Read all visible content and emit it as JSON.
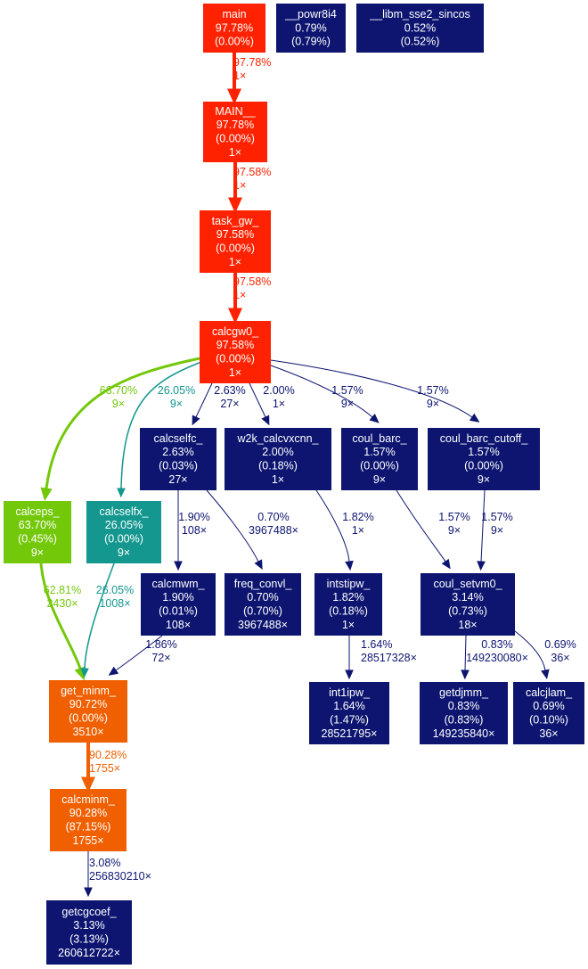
{
  "colors": {
    "red": "#ff2200",
    "orange": "#f06000",
    "green": "#73c80a",
    "teal": "#13978f",
    "navy": "#0d1570"
  },
  "nodes": [
    {
      "id": "main",
      "color": "red",
      "lines": [
        "main",
        "97.78%",
        "(0.00%)"
      ]
    },
    {
      "id": "powr8i4",
      "color": "navy",
      "lines": [
        "__powr8i4",
        "0.79%",
        "(0.79%)"
      ]
    },
    {
      "id": "libm_sse2_sincos",
      "color": "navy",
      "lines": [
        "__libm_sse2_sincos",
        "0.52%",
        "(0.52%)"
      ]
    },
    {
      "id": "MAIN",
      "color": "red",
      "lines": [
        "MAIN__",
        "97.78%",
        "(0.00%)",
        "1×"
      ]
    },
    {
      "id": "task_gw",
      "color": "red",
      "lines": [
        "task_gw_",
        "97.58%",
        "(0.00%)",
        "1×"
      ]
    },
    {
      "id": "calcgw0",
      "color": "red",
      "lines": [
        "calcgw0_",
        "97.58%",
        "(0.00%)",
        "1×"
      ]
    },
    {
      "id": "calcselfc",
      "color": "navy",
      "lines": [
        "calcselfc_",
        "2.63%",
        "(0.03%)",
        "27×"
      ]
    },
    {
      "id": "w2k_calcvxcnn",
      "color": "navy",
      "lines": [
        "w2k_calcvxcnn_",
        "2.00%",
        "(0.18%)",
        "1×"
      ]
    },
    {
      "id": "coul_barc",
      "color": "navy",
      "lines": [
        "coul_barc_",
        "1.57%",
        "(0.00%)",
        "9×"
      ]
    },
    {
      "id": "coul_barc_cutoff",
      "color": "navy",
      "lines": [
        "coul_barc_cutoff_",
        "1.57%",
        "(0.00%)",
        "9×"
      ]
    },
    {
      "id": "calceps",
      "color": "green",
      "lines": [
        "calceps_",
        "63.70%",
        "(0.45%)",
        "9×"
      ]
    },
    {
      "id": "calcselfx",
      "color": "teal",
      "lines": [
        "calcselfx_",
        "26.05%",
        "(0.00%)",
        "9×"
      ]
    },
    {
      "id": "calcmwm",
      "color": "navy",
      "lines": [
        "calcmwm_",
        "1.90%",
        "(0.01%)",
        "108×"
      ]
    },
    {
      "id": "freq_convl",
      "color": "navy",
      "lines": [
        "freq_convl_",
        "0.70%",
        "(0.70%)",
        "3967488×"
      ]
    },
    {
      "id": "intstipw",
      "color": "navy",
      "lines": [
        "intstipw_",
        "1.82%",
        "(0.18%)",
        "1×"
      ]
    },
    {
      "id": "coul_setvm0",
      "color": "navy",
      "lines": [
        "coul_setvm0_",
        "3.14%",
        "(0.73%)",
        "18×"
      ]
    },
    {
      "id": "get_minm",
      "color": "orange",
      "lines": [
        "get_minm_",
        "90.72%",
        "(0.00%)",
        "3510×"
      ]
    },
    {
      "id": "int1ipw",
      "color": "navy",
      "lines": [
        "int1ipw_",
        "1.64%",
        "(1.47%)",
        "28521795×"
      ]
    },
    {
      "id": "getdjmm",
      "color": "navy",
      "lines": [
        "getdjmm_",
        "0.83%",
        "(0.83%)",
        "149235840×"
      ]
    },
    {
      "id": "calcjlam",
      "color": "navy",
      "lines": [
        "calcjlam_",
        "0.69%",
        "(0.10%)",
        "36×"
      ]
    },
    {
      "id": "calcminm",
      "color": "orange",
      "lines": [
        "calcminm_",
        "90.28%",
        "(87.15%)",
        "1755×"
      ]
    },
    {
      "id": "getcgcoef",
      "color": "navy",
      "lines": [
        "getcgcoef_",
        "3.13%",
        "(3.13%)",
        "260612722×"
      ]
    }
  ],
  "edges": [
    {
      "id": "main-MAIN",
      "from": "main",
      "to": "MAIN",
      "color": "red",
      "label": [
        "97.78%",
        "1×"
      ]
    },
    {
      "id": "MAIN-task_gw",
      "from": "MAIN",
      "to": "task_gw",
      "color": "red",
      "label": [
        "97.58%",
        "1×"
      ]
    },
    {
      "id": "task_gw-calcgw0",
      "from": "task_gw",
      "to": "calcgw0",
      "color": "red",
      "label": [
        "97.58%",
        "1×"
      ]
    },
    {
      "id": "calcgw0-calceps",
      "from": "calcgw0",
      "to": "calceps",
      "color": "green",
      "label": [
        "63.70%",
        "9×"
      ]
    },
    {
      "id": "calcgw0-calcselfx",
      "from": "calcgw0",
      "to": "calcselfx",
      "color": "teal",
      "label": [
        "26.05%",
        "9×"
      ]
    },
    {
      "id": "calcgw0-calcselfc",
      "from": "calcgw0",
      "to": "calcselfc",
      "color": "navy",
      "label": [
        "2.63%",
        "27×"
      ]
    },
    {
      "id": "calcgw0-w2k_calcvxcnn",
      "from": "calcgw0",
      "to": "w2k_calcvxcnn",
      "color": "navy",
      "label": [
        "2.00%",
        "1×"
      ]
    },
    {
      "id": "calcgw0-coul_barc",
      "from": "calcgw0",
      "to": "coul_barc",
      "color": "navy",
      "label": [
        "1.57%",
        "9×"
      ]
    },
    {
      "id": "calcgw0-coul_barc_cutoff",
      "from": "calcgw0",
      "to": "coul_barc_cutoff",
      "color": "navy",
      "label": [
        "1.57%",
        "9×"
      ]
    },
    {
      "id": "calcselfc-calcmwm",
      "from": "calcselfc",
      "to": "calcmwm",
      "color": "navy",
      "label": [
        "1.90%",
        "108×"
      ]
    },
    {
      "id": "calcselfc-freq_convl",
      "from": "calcselfc",
      "to": "freq_convl",
      "color": "navy",
      "label": [
        "0.70%",
        "3967488×"
      ]
    },
    {
      "id": "w2k_calcvxcnn-intstipw",
      "from": "w2k_calcvxcnn",
      "to": "intstipw",
      "color": "navy",
      "label": [
        "1.82%",
        "1×"
      ]
    },
    {
      "id": "coul_barc-coul_setvm0",
      "from": "coul_barc",
      "to": "coul_setvm0",
      "color": "navy",
      "label": [
        "1.57%",
        "9×"
      ]
    },
    {
      "id": "coul_barc_cutoff-coul_setvm0",
      "from": "coul_barc_cutoff",
      "to": "coul_setvm0",
      "color": "navy",
      "label": [
        "1.57%",
        "9×"
      ]
    },
    {
      "id": "calceps-get_minm",
      "from": "calceps",
      "to": "get_minm",
      "color": "green",
      "label": [
        "62.81%",
        "2430×"
      ]
    },
    {
      "id": "calcselfx-get_minm",
      "from": "calcselfx",
      "to": "get_minm",
      "color": "teal",
      "label": [
        "26.05%",
        "1008×"
      ]
    },
    {
      "id": "calcmwm-get_minm",
      "from": "calcmwm",
      "to": "get_minm",
      "color": "navy",
      "label": [
        "1.86%",
        "72×"
      ]
    },
    {
      "id": "intstipw-int1ipw",
      "from": "intstipw",
      "to": "int1ipw",
      "color": "navy",
      "label": [
        "1.64%",
        "28517328×"
      ]
    },
    {
      "id": "coul_setvm0-getdjmm",
      "from": "coul_setvm0",
      "to": "getdjmm",
      "color": "navy",
      "label": [
        "0.83%",
        "149230080×"
      ]
    },
    {
      "id": "coul_setvm0-calcjlam",
      "from": "coul_setvm0",
      "to": "calcjlam",
      "color": "navy",
      "label": [
        "0.69%",
        "36×"
      ]
    },
    {
      "id": "get_minm-calcminm",
      "from": "get_minm",
      "to": "calcminm",
      "color": "orange",
      "label": [
        "90.28%",
        "1755×"
      ]
    },
    {
      "id": "calcminm-getcgcoef",
      "from": "calcminm",
      "to": "getcgcoef",
      "color": "navy",
      "label": [
        "3.08%",
        "256830210×"
      ]
    }
  ]
}
